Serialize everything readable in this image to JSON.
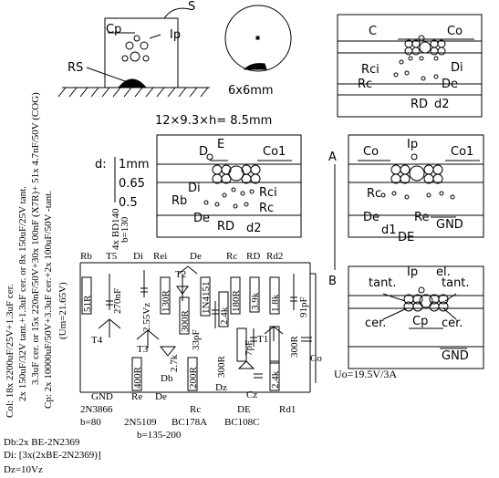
{
  "top_left": {
    "S": "S",
    "Cp": "Cp",
    "Ip": "Ip",
    "RS": "RS"
  },
  "circle_fig": {
    "size": "6x6mm"
  },
  "board_top": {
    "C": "C",
    "Co": "Co",
    "Rci": "Rci",
    "Di": "Di",
    "Rc": "Rc",
    "De": "De",
    "RD": "RD",
    "d2": "d2"
  },
  "dims": {
    "text": "12×9.3×h= 8.5mm"
  },
  "board_mid": {
    "d_label": "d:",
    "d1": "1mm",
    "d2": "0.65",
    "d3": "0.5",
    "D": "D",
    "E": "E",
    "Col": "Co1",
    "Di": "Di",
    "Rb": "Rb",
    "Rci": "Rci",
    "Rc": "Rc",
    "De": "De",
    "RD": "RD",
    "d2lab": "d2"
  },
  "side_A": "A",
  "side_B": "B",
  "board_right_A": {
    "Co": "Co",
    "Ip": "Ip",
    "Col": "Co1",
    "Rc": "Rc",
    "De": "De",
    "Re": "Re",
    "d1": "d1",
    "DE": "DE",
    "GND": "GND"
  },
  "board_right_B": {
    "tant1": "tant.",
    "Ip": "Ip",
    "el": "el.",
    "tant2": "tant.",
    "cer1": "cer.",
    "Cp": "Cp",
    "cer2": "cer.",
    "GND": "GND"
  },
  "vertical_notes": {
    "bd": "4x BD140",
    "b": "b=130",
    "col_line1": "Col: 18x 2200uF/25V+1.3uF cer.",
    "col_line2": "2x 150uF/32V tant.+1.3uF cer. or 8x 150uF/25V tant.",
    "col_line3": "3.3uF cer. or 15x 220nF/50V+30x 100nF (X7R)+ 51x 4.7nF/50V (COG)",
    "cp_line": "Cp: 2x 10000uF/50V+3.3uF cer.+2x 100uF/50V -tant.",
    "um": "(Um=21.65V)"
  },
  "schematic": {
    "top_labels": {
      "Rb": "Rb",
      "T5": "T5",
      "Di": "Di",
      "Rei": "Rei",
      "De": "De",
      "Rc": "Rc",
      "RD": "RD",
      "Rd2": "Rd2"
    },
    "components": {
      "r51": "51R",
      "c270": "270nF",
      "z255": "2.55Vz",
      "r130": "130R",
      "r300a": "300R",
      "T2": "T2",
      "d4151": "1N4151",
      "r180": "180R",
      "r3k9": "3.9k",
      "r1k8": "1.8k",
      "c91": "91pF",
      "r2k4a": "2.4k",
      "c33": "33pF",
      "r2k7": "2.7k",
      "c7p": "7pF",
      "r300b": "300R",
      "T1": "T1",
      "r300c": "300R",
      "T4": "T4",
      "T3": "T3",
      "Db": "Db",
      "r400": "400R",
      "r200": "200R",
      "Dz": "Dz",
      "Cz": "Cz",
      "r2k4b": "2.4k",
      "Co": "Co"
    },
    "bottom_labels": {
      "GND": "GND",
      "Re": "Re",
      "De": "De",
      "Rc": "Rc",
      "DE": "DE",
      "Rd1": "Rd1"
    },
    "uo": "Uo=19.5V/3A"
  },
  "parts": {
    "p1": "2N3866",
    "p2": "2N5109",
    "p3": "BC178A",
    "p4": "BC108C",
    "b1": "b=80",
    "b2": "b=135-200"
  },
  "footer_notes": {
    "db": "Db:2x BE-2N2369",
    "di": "Di: [3x(2xBE-2N2369)]",
    "dz": "Dz=10Vz"
  }
}
